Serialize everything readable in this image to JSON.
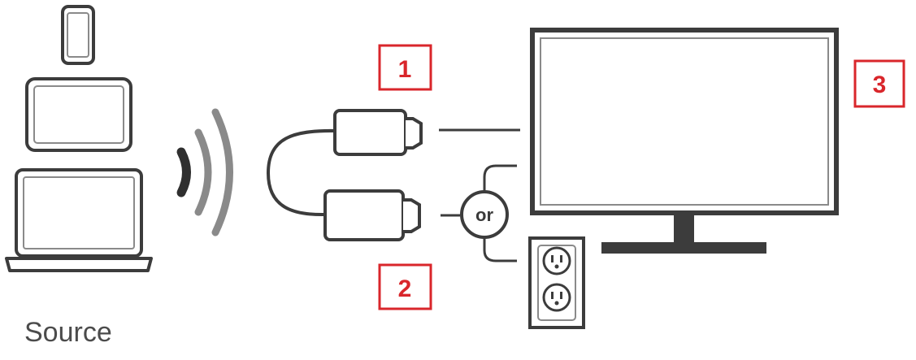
{
  "source_label": "Source",
  "or_label": "or",
  "steps": [
    {
      "number": "1"
    },
    {
      "number": "2"
    },
    {
      "number": "3"
    }
  ],
  "colors": {
    "outline": "#3c3c3c",
    "badge": "#d9262b",
    "wave_light": "#8a8a8a"
  },
  "icons": [
    "phone-icon",
    "tablet-icon",
    "laptop-icon",
    "wireless-signal-icon",
    "dongle-icon",
    "power-adapter-icon",
    "tv-monitor-icon",
    "wall-outlet-icon"
  ]
}
